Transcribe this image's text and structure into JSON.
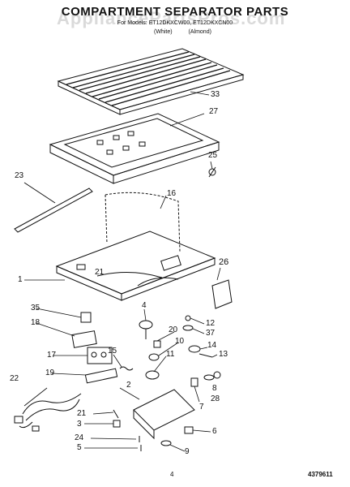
{
  "header": {
    "title": "COMPARTMENT SEPARATOR PARTS",
    "subtitle": "For Models: ET12DKXCW00, ET12DKXCN00",
    "finishes": [
      "(White)",
      "(Almond)"
    ],
    "watermark": "AppliancePartsPros.com"
  },
  "callouts": {
    "c33": "33",
    "c27": "27",
    "c25": "25",
    "c23": "23",
    "c16": "16",
    "c26": "26",
    "c1": "1",
    "c21a": "21",
    "c35": "35",
    "c4": "4",
    "c12": "12",
    "c37": "37",
    "c18": "18",
    "c20": "20",
    "c10": "10",
    "c14": "14",
    "c13": "13",
    "c15": "15",
    "c11": "11",
    "c17": "17",
    "c19": "19",
    "c8": "8",
    "c28": "28",
    "c2": "2",
    "c7": "7",
    "c22": "22",
    "c21b": "21",
    "c3": "3",
    "c6": "6",
    "c24": "24",
    "c5": "5",
    "c9": "9"
  },
  "footer": {
    "page": "4",
    "doc_number": "4379611"
  }
}
